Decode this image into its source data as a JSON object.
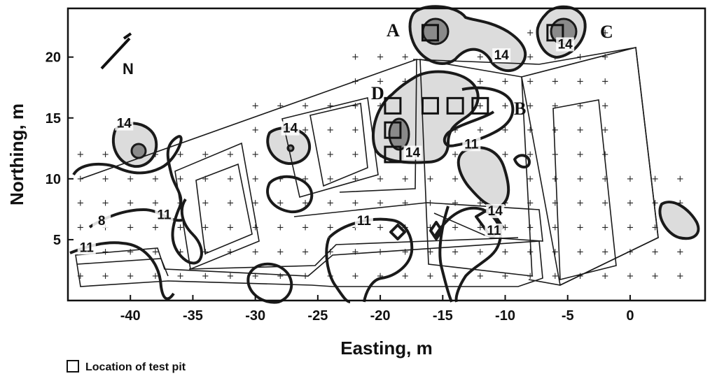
{
  "map": {
    "x_axis": {
      "label": "Easting, m",
      "min": -45,
      "max": 6,
      "ticks": [
        -40,
        -35,
        -30,
        -25,
        -20,
        -15,
        -10,
        -5,
        0
      ]
    },
    "y_axis": {
      "label": "Northing, m",
      "min": 0,
      "max": 24,
      "ticks": [
        5,
        10,
        15,
        20
      ]
    },
    "north_arrow_label": "N",
    "legend": {
      "label": "Location of test pit"
    },
    "pit_labels": [
      {
        "id": "A",
        "text": "A"
      },
      {
        "id": "B",
        "text": "B"
      },
      {
        "id": "C",
        "text": "C"
      },
      {
        "id": "D",
        "text": "D"
      }
    ],
    "test_pits": [
      {
        "easting": -16,
        "northing": 22
      },
      {
        "easting": -6,
        "northing": 22
      },
      {
        "easting": -19,
        "northing": 16
      },
      {
        "easting": -16,
        "northing": 16
      },
      {
        "easting": -14,
        "northing": 16
      },
      {
        "easting": -12,
        "northing": 16
      },
      {
        "easting": -19,
        "northing": 14
      },
      {
        "easting": -19,
        "northing": 12
      }
    ],
    "contour_labels": [
      {
        "text": "14",
        "easting": -40.5,
        "northing": 14.2
      },
      {
        "text": "14",
        "easting": -27.2,
        "northing": 13.8
      },
      {
        "text": "14",
        "easting": -10.3,
        "northing": 19.8
      },
      {
        "text": "14",
        "easting": -5.2,
        "northing": 20.7
      },
      {
        "text": "14",
        "easting": -17.4,
        "northing": 11.8
      },
      {
        "text": "14",
        "easting": -10.8,
        "northing": 7.0
      },
      {
        "text": "11",
        "easting": -12.7,
        "northing": 12.5
      },
      {
        "text": "11",
        "easting": -21.3,
        "northing": 6.2
      },
      {
        "text": "11",
        "easting": -10.9,
        "northing": 5.4
      },
      {
        "text": "11",
        "easting": -37.3,
        "northing": 6.7
      },
      {
        "text": "11",
        "easting": -43.5,
        "northing": 4.0
      },
      {
        "text": "8",
        "easting": -42.3,
        "northing": 6.2
      }
    ]
  }
}
